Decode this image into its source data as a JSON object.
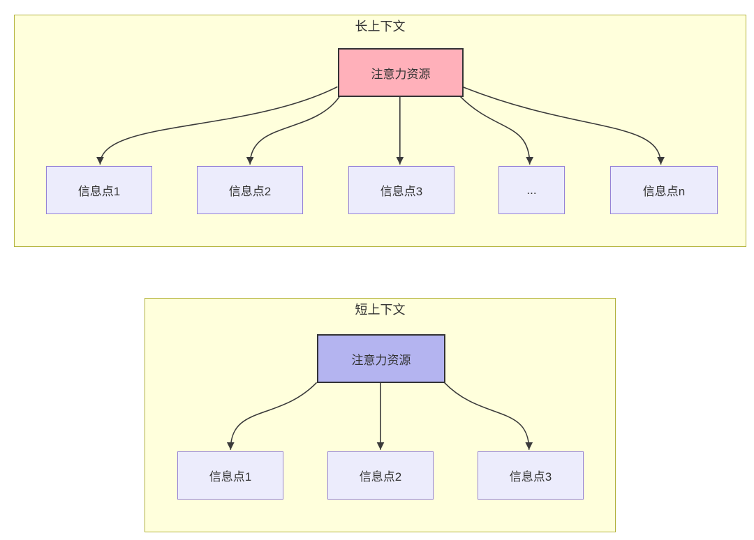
{
  "diagrams": [
    {
      "title": "长上下文",
      "root_label": "注意力资源",
      "children": [
        "信息点1",
        "信息点2",
        "信息点3",
        "...",
        "信息点n"
      ]
    },
    {
      "title": "短上下文",
      "root_label": "注意力资源",
      "children": [
        "信息点1",
        "信息点2",
        "信息点3"
      ]
    }
  ],
  "colors": {
    "panel_fill": "#ffffdc",
    "panel_border": "#b2b23a",
    "attention_long_fill": "#ffb0ba",
    "attention_short_fill": "#b4b4f0",
    "attention_border": "#333333",
    "info_fill": "#ececfc",
    "info_border": "#9582d6",
    "arrow": "#3a3a3a",
    "text": "#333333"
  }
}
